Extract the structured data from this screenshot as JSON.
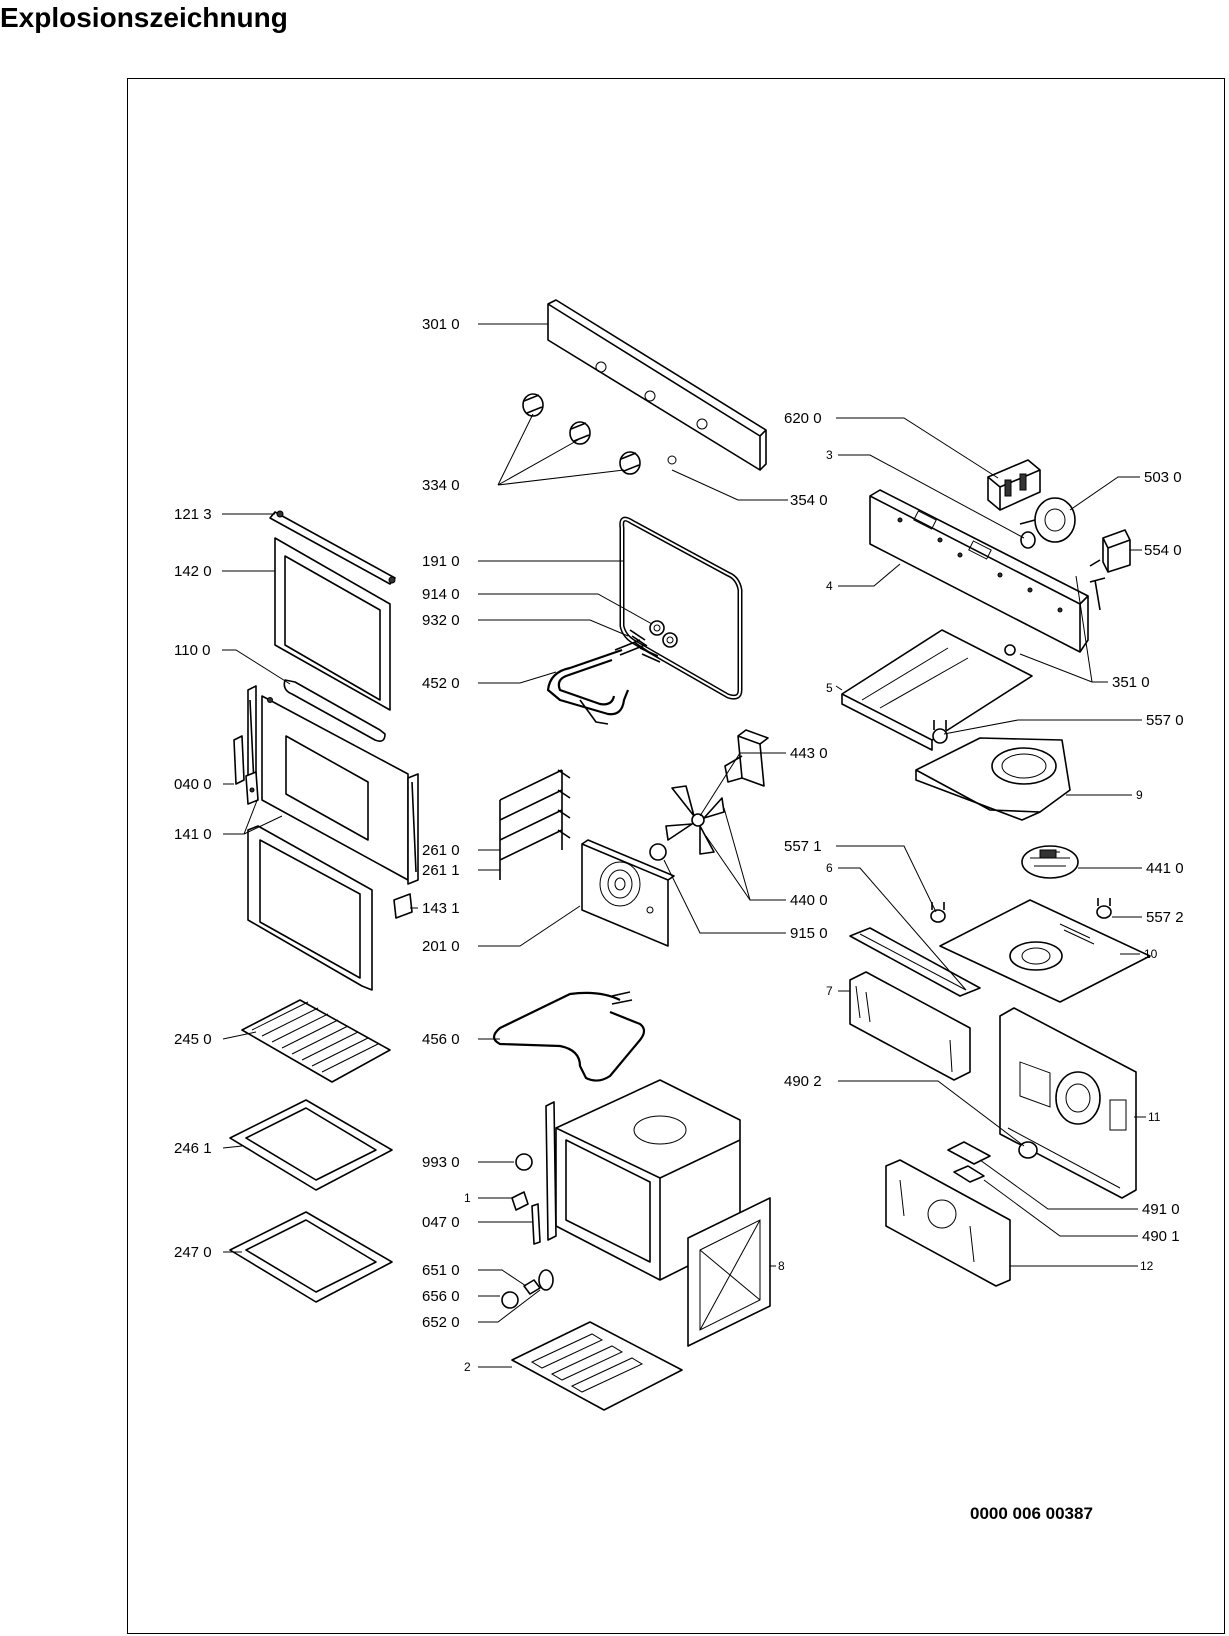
{
  "page": {
    "title": "Explosionszeichnung"
  },
  "diagram": {
    "doc_number": "0000 006 00387",
    "callouts": {
      "c3010": "301 0",
      "c3340": "334 0",
      "c3540": "354 0",
      "c6200": "620 0",
      "c3": "3",
      "c5030": "503 0",
      "c1213": "121 3",
      "c1420": "142 0",
      "c1910": "191 0",
      "c5540": "554 0",
      "c4": "4",
      "c9140": "914 0",
      "c9320": "932 0",
      "c1100": "110 0",
      "c4520": "452 0",
      "c5": "5",
      "c3510": "351 0",
      "c5570": "557 0",
      "c4430": "443 0",
      "c0400": "040 0",
      "c9": "9",
      "c1410": "141 0",
      "c2610": "261 0",
      "c2611": "261 1",
      "c5571": "557 1",
      "c4410": "441 0",
      "c6": "6",
      "c4400": "440 0",
      "c1431": "143 1",
      "c5572": "557 2",
      "c9150": "915 0",
      "c2010": "201 0",
      "c10": "10",
      "c7": "7",
      "c2450": "245 0",
      "c4560": "456 0",
      "c4902": "490 2",
      "c11": "11",
      "c2461": "246 1",
      "c9930": "993 0",
      "c1": "1",
      "c0470": "047 0",
      "c4910": "491 0",
      "c4901": "490 1",
      "c2470": "247 0",
      "c6510": "651 0",
      "c8": "8",
      "c12": "12",
      "c6560": "656 0",
      "c6520": "652 0",
      "c2": "2"
    }
  }
}
